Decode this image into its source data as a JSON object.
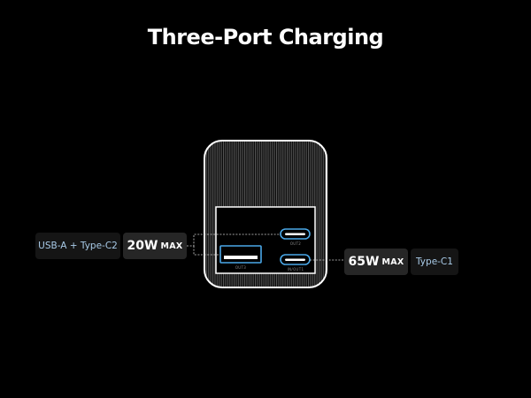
{
  "title": "Three-Port Charging",
  "left_group": {
    "port_label": "USB-A + Type-C2",
    "power_value": "20W",
    "power_unit": "MAX"
  },
  "right_group": {
    "power_value": "65W",
    "power_unit": "MAX",
    "port_label": "Type-C1"
  },
  "ports": {
    "usb_a_label": "OUT3",
    "type_c_top_label": "OUT2",
    "type_c_bottom_label": "IN/OUT1"
  },
  "colors": {
    "background": "#000000",
    "outline": "#ffffff",
    "highlight": "#4aa8e8",
    "label_text": "#a9cbe8",
    "tag_bg": "#1d1d1d"
  },
  "icons": {
    "charger": "charger-outline-icon",
    "usb_a": "usb-a-port-icon",
    "type_c": "usb-c-port-icon"
  }
}
